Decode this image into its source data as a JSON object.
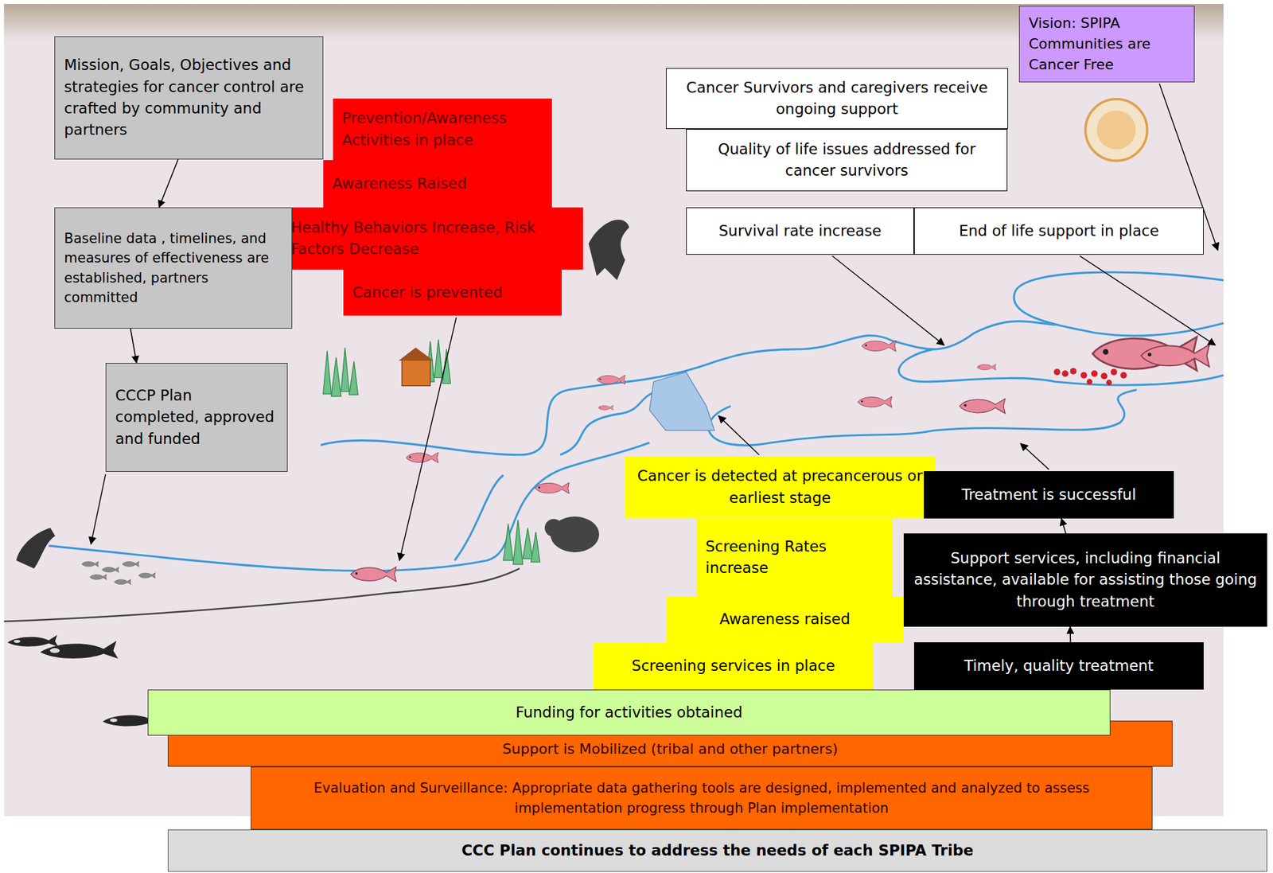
{
  "diagram": {
    "nodes": [
      {
        "text": [
          "Mission, Goals, Objectives and strategies for cancer control are crafted by community and partners"
        ]
      },
      {
        "text": [
          "Prevention/Awareness Activities in place"
        ]
      },
      {
        "text": [
          "Awareness Raised"
        ]
      },
      {
        "text": [
          "Healthy Behaviors Increase, Risk Factors Decrease"
        ]
      },
      {
        "text": [
          "Cancer is prevented"
        ]
      },
      {
        "text": [
          "Baseline data , timelines, and measures of effectiveness are established, partners committed"
        ]
      },
      {
        "text": [
          "CCCP Plan completed, approved and funded"
        ]
      },
      {
        "text": [
          "Vision: SPIPA Communities are Cancer Free"
        ]
      },
      {
        "text": [
          "Cancer Survivors and caregivers receive ongoing support"
        ]
      },
      {
        "text": [
          "Quality of life issues addressed for cancer survivors"
        ]
      },
      {
        "text": [
          "Survival rate increase"
        ]
      },
      {
        "text": [
          "End of life support in place"
        ]
      },
      {
        "text": [
          "Cancer is detected at precancerous or earliest stage"
        ]
      },
      {
        "text": [
          "Treatment is successful"
        ]
      },
      {
        "text": [
          "Screening Rates increase"
        ]
      },
      {
        "text": [
          "Support services, including financial assistance, available for assisting those going through treatment"
        ]
      },
      {
        "text": [
          "Awareness raised"
        ]
      },
      {
        "text": [
          "Screening services in place"
        ]
      },
      {
        "text": [
          "Timely, quality treatment"
        ]
      },
      {
        "text": [
          "Funding for activities obtained"
        ]
      },
      {
        "text": [
          "Support is Mobilized (tribal and other partners)"
        ]
      },
      {
        "text": [
          "Evaluation and Surveillance: Appropriate data gathering tools are designed, implemented and analyzed to assess implementation progress through Plan implementation"
        ]
      },
      {
        "text": [
          "CCC Plan continues to address the needs of each SPIPA Tribe"
        ]
      }
    ],
    "edges": [
      {
        "from": 0,
        "to": 5,
        "arrow": "to"
      },
      {
        "from": 5,
        "to": 6,
        "arrow": "to"
      },
      {
        "from": 15,
        "to": 13,
        "arrow": "to"
      },
      {
        "from": 18,
        "to": 15,
        "arrow": "to"
      }
    ]
  }
}
